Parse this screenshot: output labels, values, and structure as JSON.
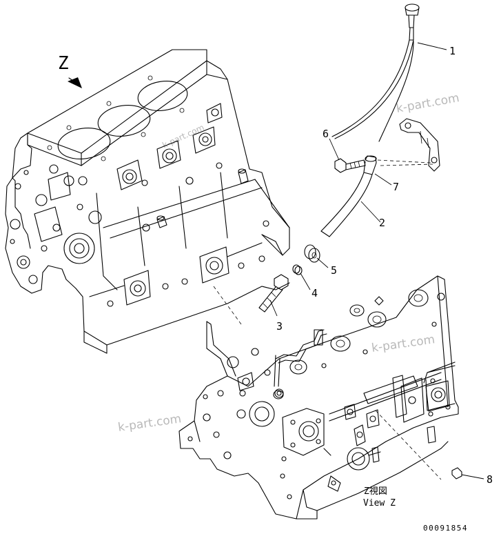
{
  "labels": {
    "z_marker": "Z",
    "view_z_jp": "Z視図",
    "view_z_en": "View Z",
    "figure_code": "00091854"
  },
  "callouts": [
    "1",
    "2",
    "3",
    "4",
    "5",
    "6",
    "7",
    "8"
  ],
  "watermark": "k-part.com"
}
